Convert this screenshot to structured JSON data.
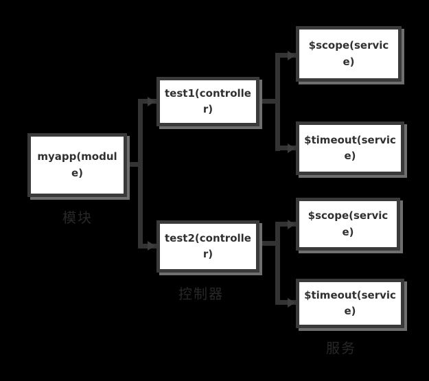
{
  "diagram": {
    "type": "mindmap-tree",
    "background_color": "#000000",
    "box_fill_color": "#ffffff",
    "box_border_color": "#3a3a3a",
    "box_shadow_color": "#6f6f6f",
    "connector_color": "#333333",
    "node_text_color": "#303030",
    "group_label_color": "#282828",
    "nodes": [
      {
        "id": "myapp",
        "label": "myapp(module)",
        "level": "root"
      },
      {
        "id": "test1",
        "label": "test1(controller)",
        "level": "child"
      },
      {
        "id": "test2",
        "label": "test2(controller)",
        "level": "child"
      },
      {
        "id": "scope1",
        "label": "$scope(service)",
        "level": "leaf"
      },
      {
        "id": "timeout1",
        "label": "$timeout(service)",
        "level": "leaf"
      },
      {
        "id": "scope2",
        "label": "$scope(service)",
        "level": "leaf"
      },
      {
        "id": "timeout2",
        "label": "$timeout(service)",
        "level": "leaf"
      }
    ],
    "edges": [
      {
        "from": "myapp",
        "to": "test1"
      },
      {
        "from": "myapp",
        "to": "test2"
      },
      {
        "from": "test1",
        "to": "scope1"
      },
      {
        "from": "test1",
        "to": "timeout1"
      },
      {
        "from": "test2",
        "to": "scope2"
      },
      {
        "from": "test2",
        "to": "timeout2"
      }
    ],
    "group_labels": [
      {
        "text": "模块",
        "meaning": "module"
      },
      {
        "text": "控制器",
        "meaning": "controller"
      },
      {
        "text": "服务",
        "meaning": "service"
      }
    ]
  }
}
